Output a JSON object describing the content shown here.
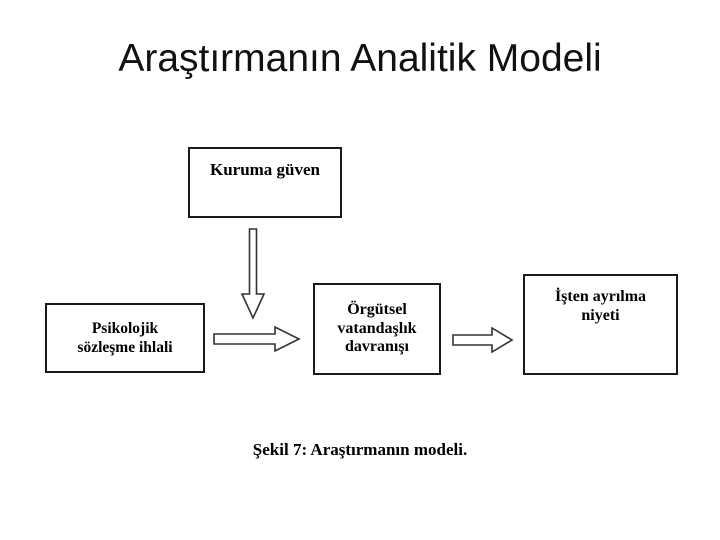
{
  "slide": {
    "title": "Araştırmanın Analitik Modeli",
    "caption": "Şekil 7: Araştırmanın modeli.",
    "background_color": "#ffffff",
    "text_color": "#000000",
    "border_color": "#1a1a1a",
    "arrow_stroke_color": "#333333",
    "arrow_fill_color": "#ffffff"
  },
  "diagram": {
    "type": "flow-diagram",
    "nodes": [
      {
        "id": "kuruma-guven",
        "label": "Kuruma güven",
        "lines": [
          "Kuruma güven"
        ]
      },
      {
        "id": "psikolojik-sozlesme-ihlali",
        "label": "Psikolojik sözleşme ihlali",
        "lines": [
          "Psikolojik",
          "sözleşme ihlali"
        ]
      },
      {
        "id": "orgutsel-vatandaslik-davranisi",
        "label": "Örgütsel vatandaşlık davranışı",
        "lines": [
          "Örgütsel",
          "vatandaşlık",
          "davranışı"
        ]
      },
      {
        "id": "isten-ayrilma-niyeti",
        "label": "İşten ayrılma niyeti",
        "lines": [
          "İşten ayrılma",
          "niyeti"
        ]
      }
    ],
    "arrows": [
      {
        "id": "arrow-kuruma-to-flow",
        "from": "kuruma-guven",
        "to": "flow-junction",
        "direction": "down",
        "style": "hollow-block-arrow"
      },
      {
        "id": "arrow-psikolojik-to-orgutsel",
        "from": "psikolojik-sozlesme-ihlali",
        "to": "orgutsel-vatandaslik-davranisi",
        "direction": "right",
        "style": "hollow-block-arrow"
      },
      {
        "id": "arrow-orgutsel-to-isten",
        "from": "orgutsel-vatandaslik-davranisi",
        "to": "isten-ayrilma-niyeti",
        "direction": "right",
        "style": "hollow-block-arrow"
      }
    ]
  }
}
